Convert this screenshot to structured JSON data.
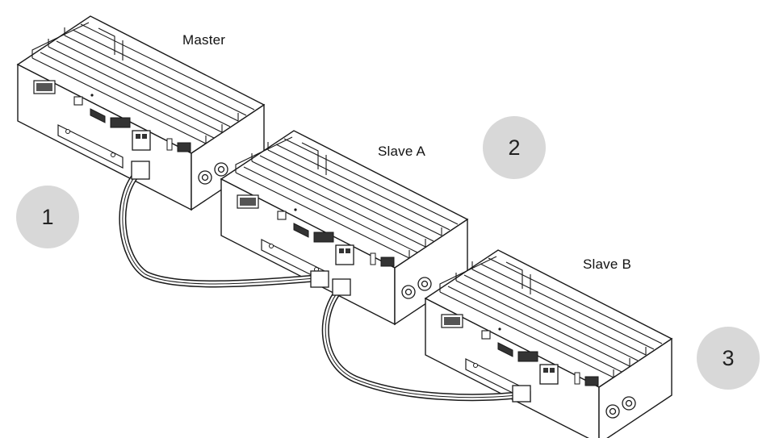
{
  "labels": {
    "master": "Master",
    "slave_a": "Slave A",
    "slave_b": "Slave B"
  },
  "badges": [
    "1",
    "2",
    "3"
  ],
  "colors": {
    "line": "#1a1a1a",
    "badge_fill": "#d8d8d8",
    "cable": "#ffffff"
  }
}
